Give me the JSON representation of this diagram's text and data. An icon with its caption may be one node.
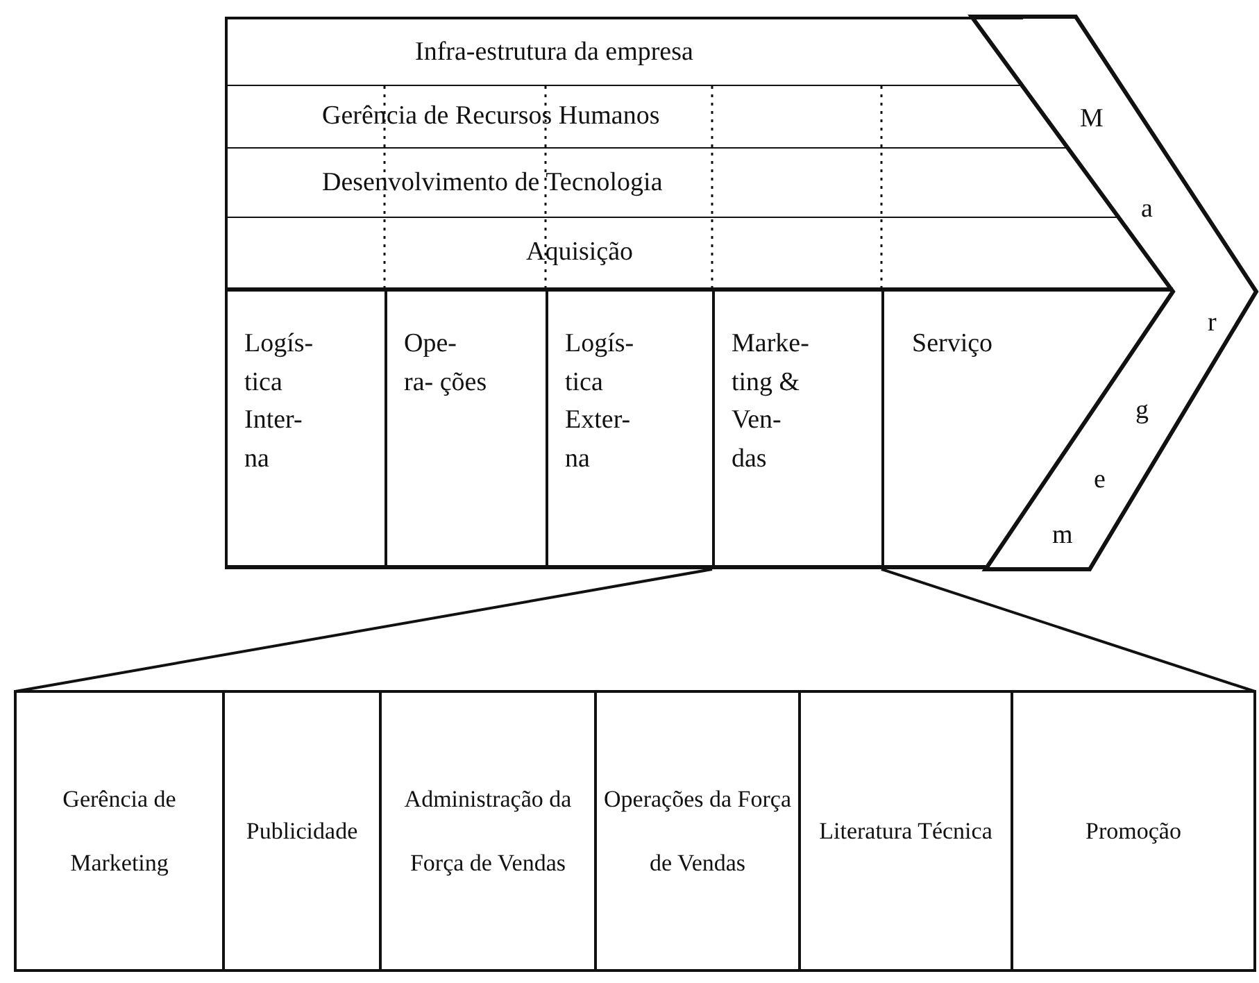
{
  "diagram": {
    "nodes": [
      {
        "text": [
          "Infra-estrutura da empresa"
        ]
      },
      {
        "text": [
          "Gerência de Recursos Humanos"
        ]
      },
      {
        "text": [
          "Desenvolvimento de Tecnologia"
        ]
      },
      {
        "text": [
          "Aquisição"
        ]
      },
      {
        "text": [
          "Logís- tica Inter- na"
        ]
      },
      {
        "text": [
          "Ope- ra- ções"
        ]
      },
      {
        "text": [
          "Logís- tica Exter- na"
        ]
      },
      {
        "text": [
          "Marke- ting & Ven- das"
        ]
      },
      {
        "text": [
          "Serviço"
        ]
      },
      {
        "text": [
          "M",
          "a",
          "r",
          "g",
          "e",
          "m"
        ]
      },
      {
        "text": [],
        "shape": "box"
      },
      {
        "text": [
          "Gerência de Marketing"
        ],
        "in": 10
      },
      {
        "text": [
          "Publicidade"
        ],
        "in": 10
      },
      {
        "text": [
          "Administração da Força de Vendas"
        ],
        "in": 10
      },
      {
        "text": [
          "Operações da Força de Vendas"
        ],
        "in": 10
      },
      {
        "text": [
          "Literatura Técnica"
        ],
        "in": 10
      },
      {
        "text": [
          "Promoção"
        ],
        "in": 10
      }
    ],
    "edges": [
      {
        "from": 7,
        "to": 10,
        "arrow": "none"
      },
      {
        "from": 7,
        "to": 10,
        "arrow": "none"
      }
    ]
  }
}
